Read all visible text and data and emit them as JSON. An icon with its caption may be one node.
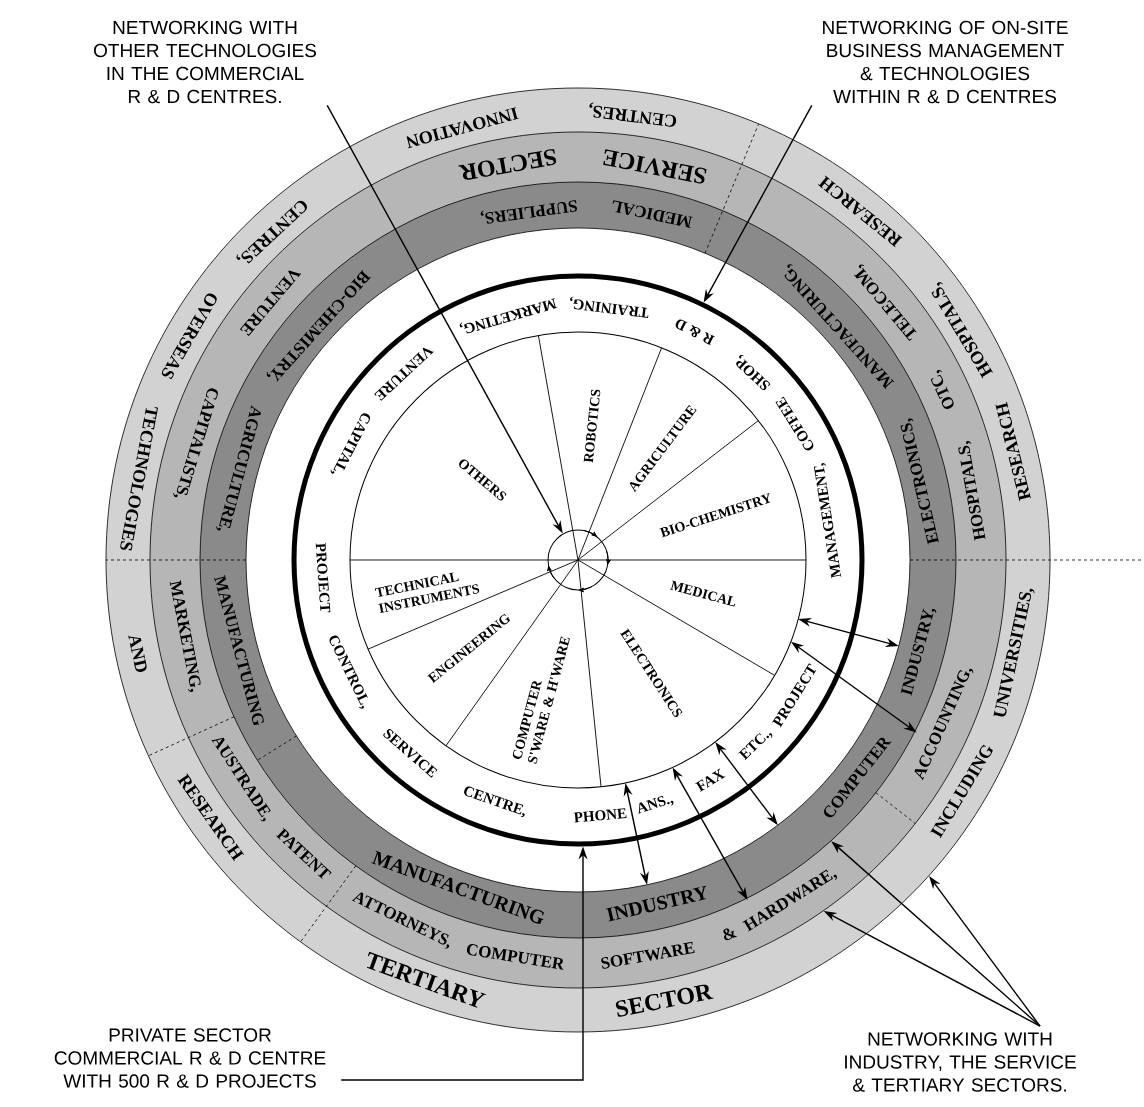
{
  "diagram": {
    "nodes": [
      {
        "text": [
          "NETWORKING WITH OTHER TECHNOLOGIES IN THE COMMERCIAL R & D CENTRES."
        ]
      },
      {
        "text": [
          "NETWORKING OF ON-SITE BUSINESS MANAGEMENT & TECHNOLOGIES WITHIN R & D CENTRES"
        ]
      },
      {
        "text": [
          "PRIVATE SECTOR COMMERCIAL R & D CENTRE WITH 500 R & D PROJECTS"
        ]
      },
      {
        "text": [
          "NETWORKING WITH INDUSTRY, THE SERVICE & TERTIARY SECTORS."
        ]
      },
      {
        "text": [
          "INCLUDING",
          "UNIVERSITIES,",
          "RESEARCH",
          "HOSPITALS,",
          "RESEARCH",
          "CENTRES,",
          "INNOVATION",
          "CENTRES,",
          "OVERSEAS",
          "TECHNOLOGIES",
          "AND",
          "RESEARCH",
          "TERTIARY",
          "SECTOR"
        ]
      },
      {
        "text": [
          "SERVICE",
          "SECTOR",
          "VENTURE",
          "CAPITALISTS,",
          "MARKETING,",
          "AUSTRADE,",
          "PATENT",
          "ATTORNEYS,",
          "COMPUTER",
          "SOFTWARE",
          "&",
          "HARDWARE,",
          "ACCOUNTING,",
          "HOSPITALS,",
          "OTC,",
          "TELECOM,"
        ],
        "in": 4
      },
      {
        "text": [
          "MEDICAL",
          "SUPPLIERS,",
          "BIO-CHEMISTRY,",
          "AGRICULTURE,",
          "MANUFACTURING",
          "MANUFACTURING",
          "INDUSTRY",
          "COMPUTER",
          "INDUSTRY,",
          "ELECTRONICS,",
          "MANUFACTURING,"
        ],
        "in": 5
      },
      {
        "text": [
          "R & D",
          "TRAINING,",
          "MARKETING,",
          "VENTURE",
          "CAPITAL,",
          "PROJECT",
          "CONTROL,",
          "SERVICE",
          "CENTRE,",
          "PHONE",
          "ANS.,",
          "FAX",
          "ETC.,",
          "PROJECT",
          "MANAGEMENT,",
          "COFFEE",
          "SHOP,"
        ],
        "in": 6
      },
      {
        "text": [],
        "shape": "circle",
        "in": 7
      },
      {
        "text": [
          "OTHERS"
        ],
        "in": 8
      },
      {
        "text": [
          "ROBOTICS"
        ],
        "in": 8
      },
      {
        "text": [
          "AGRICULTURE"
        ],
        "in": 8
      },
      {
        "text": [
          "BIO-CHEMISTRY"
        ],
        "in": 8
      },
      {
        "text": [
          "MEDICAL"
        ],
        "in": 8
      },
      {
        "text": [
          "ELECTRONICS"
        ],
        "in": 8
      },
      {
        "text": [
          "COMPUTER S'WARE & H'WARE"
        ],
        "in": 8
      },
      {
        "text": [
          "ENGINEERING"
        ],
        "in": 8
      },
      {
        "text": [
          "TECHNICAL INSTRUMENTS"
        ],
        "in": 8
      },
      {
        "text": [],
        "shape": "circle",
        "in": 8
      }
    ],
    "edges": [
      {
        "from": 0,
        "to": 18,
        "arrow": "to"
      },
      {
        "from": 1,
        "to": 7,
        "arrow": "to"
      },
      {
        "from": 2,
        "to": 7,
        "arrow": "to"
      },
      {
        "from": 3,
        "to": 4,
        "arrow": "to"
      },
      {
        "from": 3,
        "to": 5,
        "arrow": "to"
      },
      {
        "from": 3,
        "to": 6,
        "arrow": "to"
      },
      {
        "from": 8,
        "to": 6,
        "arrow": "both"
      },
      {
        "from": 8,
        "to": 5,
        "arrow": "both"
      },
      {
        "from": 8,
        "to": 6,
        "arrow": "both"
      },
      {
        "from": 8,
        "to": 5,
        "arrow": "both"
      },
      {
        "from": 8,
        "to": 6,
        "arrow": "both"
      }
    ]
  }
}
